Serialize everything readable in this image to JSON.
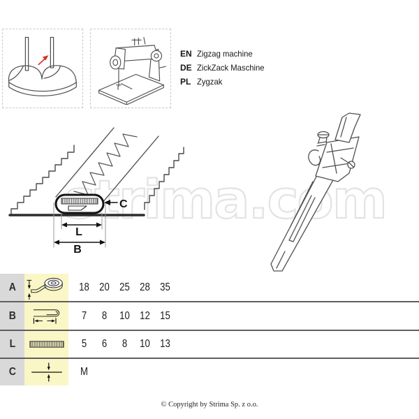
{
  "header": {
    "product_images": [
      {
        "name": "bra with strap highlighted"
      },
      {
        "name": "industrial zigzag sewing machine"
      }
    ],
    "languages": [
      {
        "code": "EN",
        "label": "Zigzag machine"
      },
      {
        "code": "DE",
        "label": "ZickZack Maschine"
      },
      {
        "code": "PL",
        "label": "Zygzak"
      }
    ]
  },
  "watermark": {
    "text": "strima.com"
  },
  "diagram": {
    "label_c": "C",
    "label_l": "L",
    "label_b": "B"
  },
  "table": {
    "rows": [
      {
        "label": "A",
        "icon": "tape-roll-icon",
        "values": [
          "18",
          "20",
          "25",
          "28",
          "35"
        ]
      },
      {
        "label": "B",
        "icon": "folded-tape-width-icon",
        "values": [
          "7",
          "8",
          "10",
          "12",
          "15"
        ]
      },
      {
        "label": "L",
        "icon": "stitched-band-icon",
        "values": [
          "5",
          "6",
          "8",
          "10",
          "13"
        ]
      },
      {
        "label": "C",
        "icon": "material-thickness-icon",
        "values": [
          "M"
        ]
      }
    ],
    "colors": {
      "label_cell": "#d9d9d9",
      "icon_cell": "#faf6c5",
      "separator": "#5f5f5f"
    }
  },
  "footer": {
    "copyright": "© Copyright by Strima Sp. z o.o."
  },
  "accent_color": "#d2342c"
}
